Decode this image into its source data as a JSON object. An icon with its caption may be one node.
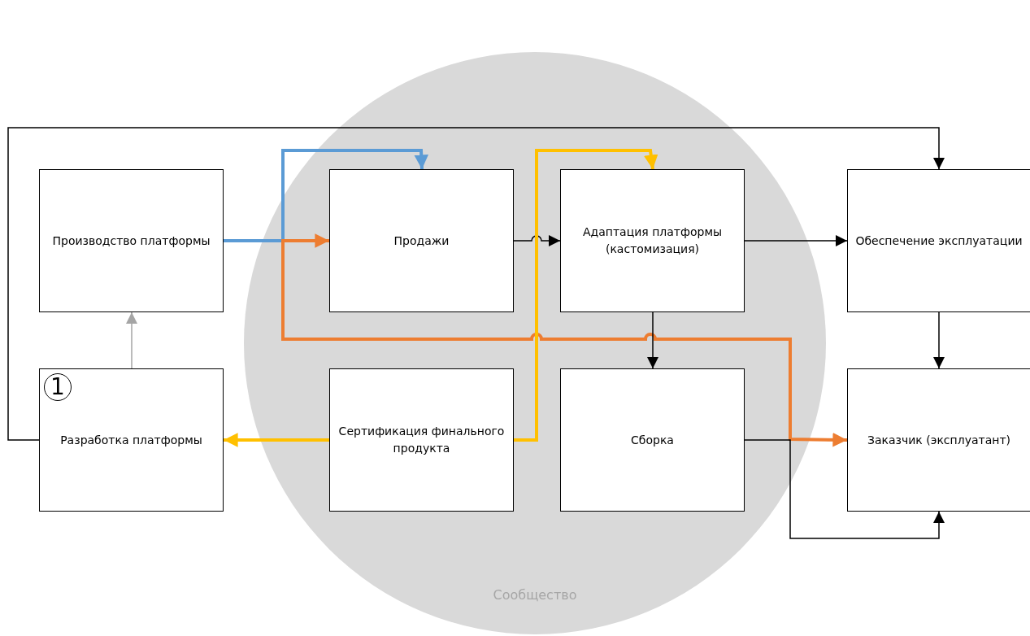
{
  "diagram": {
    "nodes": [
      {
        "text": [
          "Сообщество"
        ]
      },
      {
        "text": [
          "Производство платформы"
        ]
      },
      {
        "text": [
          "Продажи"
        ],
        "in": 0
      },
      {
        "text": [
          "Адаптация платформы (кастомизация)"
        ],
        "in": 0
      },
      {
        "text": [
          "Обеспечение эксплуатации"
        ]
      },
      {
        "text": [
          "1",
          "Разработка платформы"
        ]
      },
      {
        "text": [
          "Сертификация финального продукта"
        ],
        "in": 0
      },
      {
        "text": [
          "Сборка"
        ],
        "in": 0
      },
      {
        "text": [
          "Заказчик (эксплуатант)"
        ]
      }
    ],
    "edges": [
      {
        "from": 5,
        "to": 1,
        "arrow": "to",
        "color": "#a5a5a5"
      },
      {
        "from": 5,
        "to": 4,
        "arrow": "to"
      },
      {
        "from": 1,
        "to": 2,
        "arrow": "to",
        "style": "thick",
        "color": "#5b9bd5"
      },
      {
        "from": 2,
        "to": 8,
        "arrow": "both",
        "style": "thick",
        "color": "#ed7d31"
      },
      {
        "from": 2,
        "to": 3,
        "arrow": "to"
      },
      {
        "from": 6,
        "to": 3,
        "arrow": "to",
        "style": "thick",
        "color": "#ffc000"
      },
      {
        "from": 6,
        "to": 5,
        "arrow": "to",
        "style": "thick",
        "color": "#ffc000"
      },
      {
        "from": 3,
        "to": 4,
        "arrow": "to"
      },
      {
        "from": 3,
        "to": 7,
        "arrow": "to"
      },
      {
        "from": 4,
        "to": 8,
        "arrow": "to"
      },
      {
        "from": 7,
        "to": 8,
        "arrow": "to"
      }
    ]
  }
}
